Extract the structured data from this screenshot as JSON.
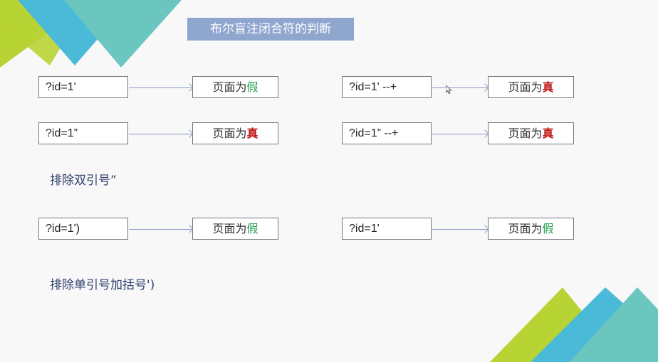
{
  "title": "布尔盲注闭合符的判断",
  "rows": [
    {
      "left": {
        "input": "?id=1'",
        "result_prefix": "页面为",
        "result_word": "假",
        "word_color": "green"
      },
      "right": {
        "input": "?id=1' --+",
        "result_prefix": "页面为",
        "result_word": "真",
        "word_color": "red"
      }
    },
    {
      "left": {
        "input": "?id=1”",
        "result_prefix": "页面为",
        "result_word": "真",
        "word_color": "red"
      },
      "right": {
        "input": "?id=1” --+",
        "result_prefix": "页面为",
        "result_word": "真",
        "word_color": "red"
      }
    },
    {
      "left": {
        "input": "?id=1')",
        "result_prefix": "页面为",
        "result_word": "假",
        "word_color": "green"
      },
      "right": {
        "input": "?id=1'",
        "result_prefix": "页面为",
        "result_word": "假",
        "word_color": "green"
      }
    }
  ],
  "notes": [
    "排除双引号”",
    "排除单引号加括号')"
  ],
  "colors": {
    "green": "#1f9e4a",
    "red": "#c01818",
    "title_bg": "#8fa6cf"
  },
  "icons": {
    "cursor": "mouse-pointer-icon"
  }
}
